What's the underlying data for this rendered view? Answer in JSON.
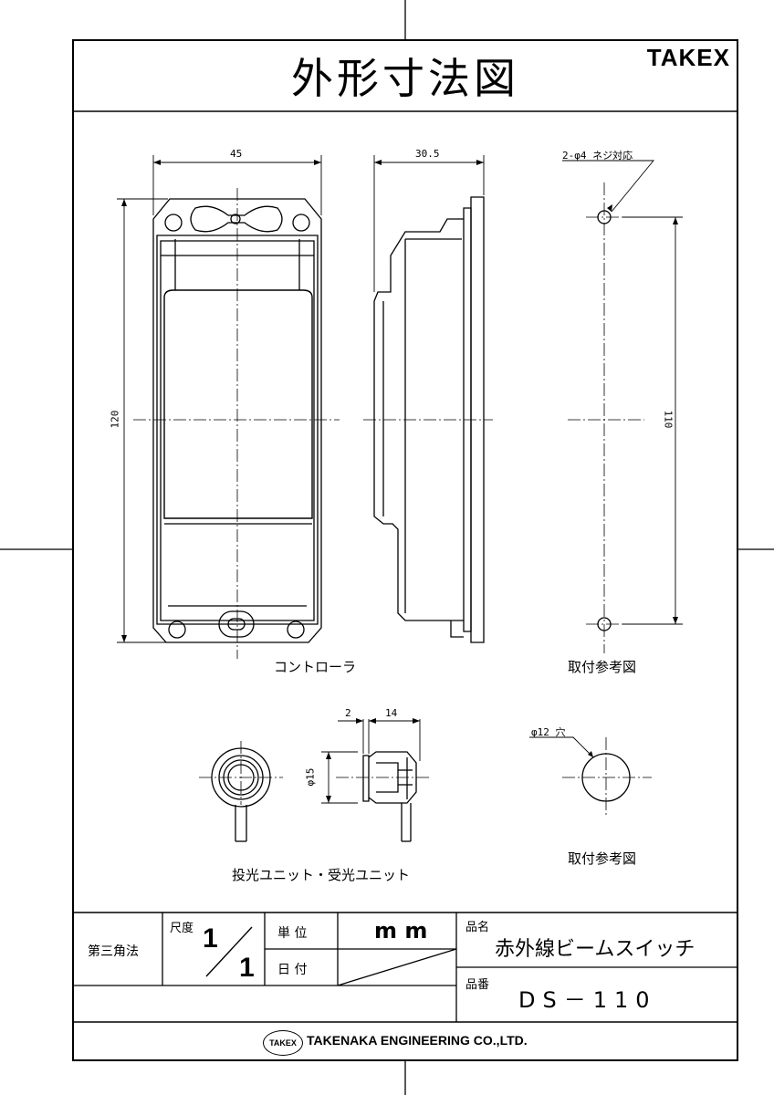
{
  "header": {
    "title": "外形寸法図",
    "brand": "TAKEX"
  },
  "views": {
    "controller_label": "コントローラ",
    "mounting_ref_label_top": "取付参考図",
    "unit_label": "投光ユニット・受光ユニット",
    "mounting_ref_label_bottom": "取付参考図"
  },
  "dimensions": {
    "width": "45",
    "depth": "30.5",
    "height": "120",
    "hole_pitch": "110",
    "screw_note": "2-φ4 ネジ対応",
    "flange": "2",
    "unit_length": "14",
    "unit_dia": "φ15",
    "hole_dia": "φ12 穴"
  },
  "title_block": {
    "projection": "第三角法",
    "scale_label": "尺度",
    "scale_num": "1",
    "scale_den": "1",
    "unit_label": "単 位",
    "unit_value": "m m",
    "date_label": "日 付",
    "name_label": "品名",
    "name_value": "赤外線ビームスイッチ",
    "number_label": "品番",
    "number_value": "DS－110"
  },
  "footer": {
    "logo_text": "TAKEX",
    "company": "TAKENAKA ENGINEERING CO.,LTD."
  }
}
